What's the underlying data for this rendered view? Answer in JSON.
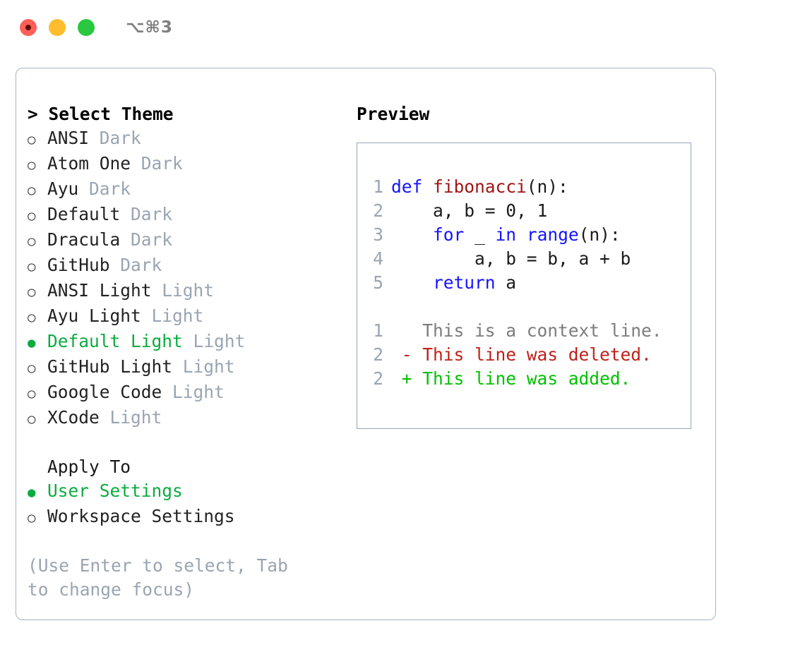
{
  "window": {
    "title": "⌥⌘3",
    "controls": [
      {
        "name": "close",
        "color": "#ff5f57"
      },
      {
        "name": "minimize",
        "color": "#ffbd2e"
      },
      {
        "name": "maximize",
        "color": "#28c840"
      }
    ]
  },
  "colors": {
    "accent_green": "#0bab3f",
    "muted": "#9aa4b2",
    "border": "#a9b3c1",
    "keyword_blue": "#1414ff",
    "function_red": "#a01515",
    "diff_added": "#00c000",
    "diff_deleted": "#c0201a"
  },
  "theme_picker": {
    "heading": "> Select Theme",
    "marker_unselected": "○",
    "marker_selected": "●",
    "items": [
      {
        "label": "ANSI",
        "suffix": "Dark",
        "selected": false
      },
      {
        "label": "Atom One",
        "suffix": "Dark",
        "selected": false
      },
      {
        "label": "Ayu",
        "suffix": "Dark",
        "selected": false
      },
      {
        "label": "Default",
        "suffix": "Dark",
        "selected": false
      },
      {
        "label": "Dracula",
        "suffix": "Dark",
        "selected": false
      },
      {
        "label": "GitHub",
        "suffix": "Dark",
        "selected": false
      },
      {
        "label": "ANSI Light",
        "suffix": "Light",
        "selected": false
      },
      {
        "label": "Ayu Light",
        "suffix": "Light",
        "selected": false
      },
      {
        "label": "Default Light",
        "suffix": "Light",
        "selected": true
      },
      {
        "label": "GitHub Light",
        "suffix": "Light",
        "selected": false
      },
      {
        "label": "Google Code",
        "suffix": "Light",
        "selected": false
      },
      {
        "label": "XCode",
        "suffix": "Light",
        "selected": false
      }
    ]
  },
  "apply_to": {
    "heading": "Apply To",
    "items": [
      {
        "label": "User Settings",
        "selected": true
      },
      {
        "label": "Workspace Settings",
        "selected": false
      }
    ]
  },
  "help_text": "(Use Enter to select, Tab to change focus)",
  "preview": {
    "title": "Preview",
    "code_lines": [
      {
        "num": "1",
        "spans": [
          {
            "t": "def ",
            "c": "kw"
          },
          {
            "t": "fibonacci",
            "c": "fn"
          },
          {
            "t": "(n):",
            "c": "pl"
          }
        ]
      },
      {
        "num": "2",
        "spans": [
          {
            "t": "    a, b = 0, 1",
            "c": "pl"
          }
        ]
      },
      {
        "num": "3",
        "spans": [
          {
            "t": "    ",
            "c": "pl"
          },
          {
            "t": "for",
            "c": "kw"
          },
          {
            "t": " _ ",
            "c": "pl"
          },
          {
            "t": "in",
            "c": "kw"
          },
          {
            "t": " ",
            "c": "pl"
          },
          {
            "t": "range",
            "c": "kw"
          },
          {
            "t": "(n):",
            "c": "pl"
          }
        ]
      },
      {
        "num": "4",
        "spans": [
          {
            "t": "        a, b = b, a + b",
            "c": "pl"
          }
        ]
      },
      {
        "num": "5",
        "spans": [
          {
            "t": "    ",
            "c": "pl"
          },
          {
            "t": "return",
            "c": "kw"
          },
          {
            "t": " a",
            "c": "pl"
          }
        ]
      }
    ],
    "diff_lines": [
      {
        "num": "1",
        "spans": [
          {
            "t": "   This is a context line.",
            "c": "ctx"
          }
        ]
      },
      {
        "num": "2",
        "spans": [
          {
            "t": " - This line was deleted.",
            "c": "del"
          }
        ]
      },
      {
        "num": "2",
        "spans": [
          {
            "t": " + This line was added.",
            "c": "add"
          }
        ]
      }
    ]
  }
}
